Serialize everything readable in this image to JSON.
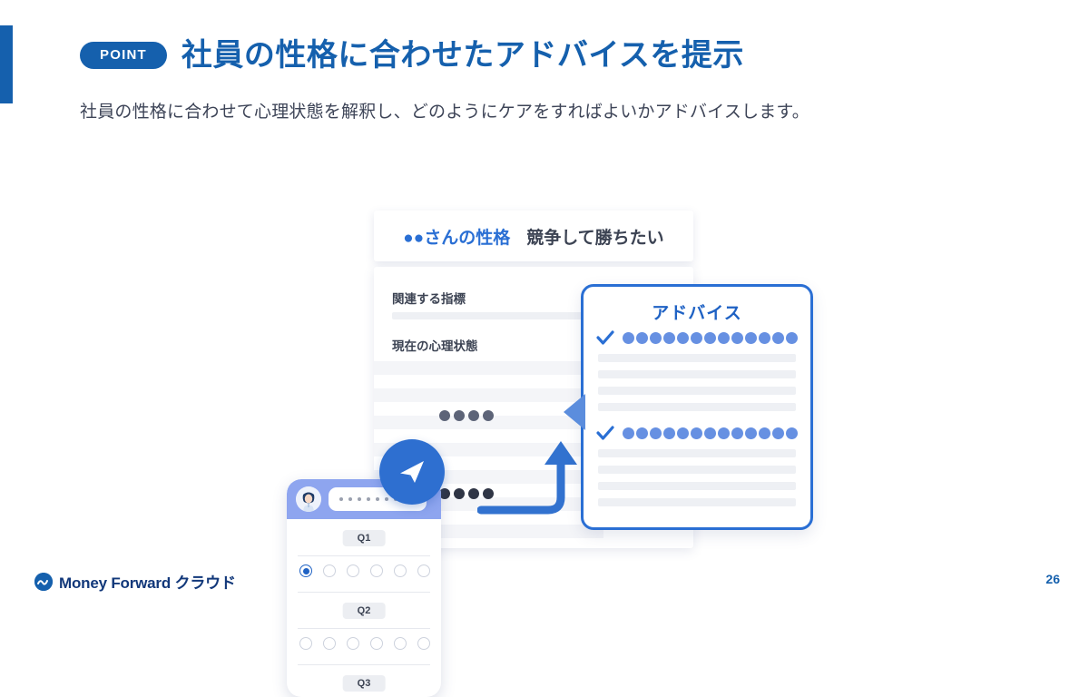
{
  "header": {
    "badge": "POINT",
    "title": "社員の性格に合わせたアドバイスを提示",
    "subtitle": "社員の性格に合わせて心理状態を解釈し、どのようにケアをすればよいかアドバイスします。",
    "accent_color": "#1560ad"
  },
  "illustration": {
    "report": {
      "header_name": "●●さんの性格",
      "header_trait": "競争して勝ちたい",
      "labels": [
        "関連する指標",
        "現在の心理状態"
      ]
    },
    "phone": {
      "questions": [
        "Q1",
        "Q2",
        "Q3"
      ],
      "q1_selected_index": 0,
      "q2_selected_index": -1,
      "radio_count": 6,
      "header_color": "#8ea5ef",
      "send_icon": "paper-plane-icon",
      "avatar_icon": "user-avatar-icon"
    },
    "advice": {
      "title": "アドバイス",
      "border_color": "#2a6fd4",
      "check_icon": "check-icon",
      "dots_per_row": 13,
      "rows": 2
    },
    "arrow_icon": "up-arrow-icon"
  },
  "footer": {
    "logo_text": "Money Forward クラウド",
    "logo_mark": "money-forward-logo-icon",
    "page_number": "26"
  }
}
